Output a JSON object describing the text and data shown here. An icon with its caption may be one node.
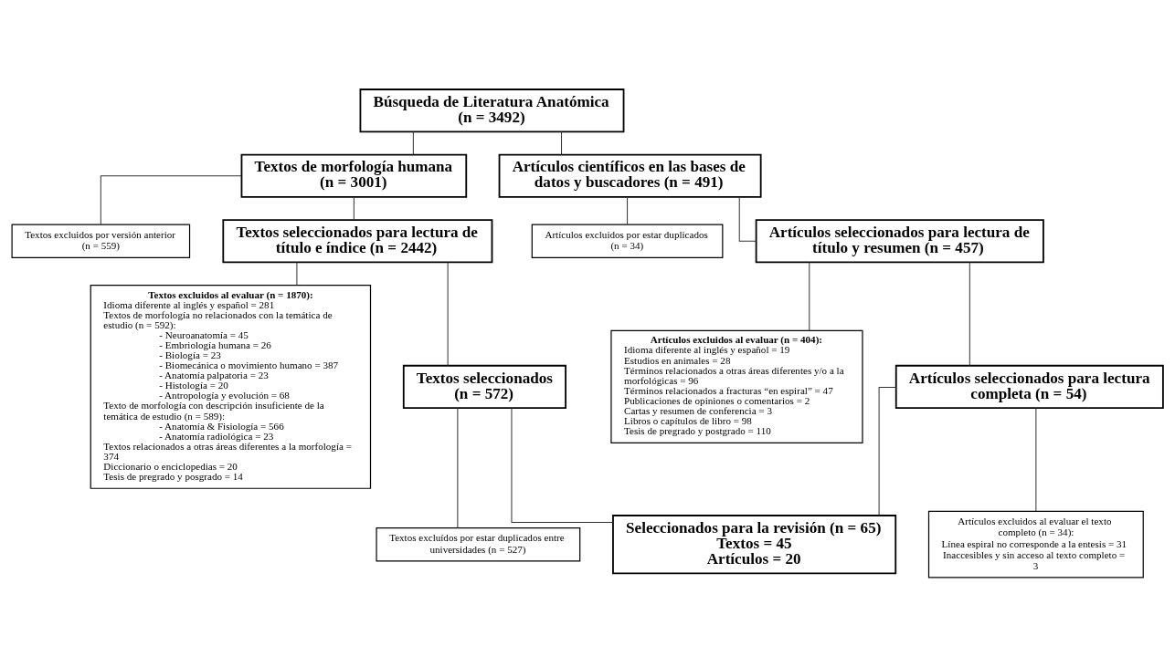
{
  "diagram": {
    "nodes": [
      {
        "text": [
          "Búsqueda de Literatura Anatómica",
          "(n = 3492)"
        ]
      },
      {
        "text": [
          "Textos de morfología humana",
          "(n = 3001)"
        ]
      },
      {
        "text": [
          "Artículos científicos en las bases de datos y buscadores (n = 491)"
        ]
      },
      {
        "text": [
          "Textos excluidos por versión anterior",
          "(n = 559)"
        ]
      },
      {
        "text": [
          "Artículos excluidos por estar duplicados",
          "(n = 34)"
        ]
      },
      {
        "text": [
          "Textos seleccionados para lectura de título e índice (n = 2442)"
        ]
      },
      {
        "text": [
          "Artículos seleccionados para lectura de título y resumen (n = 457)"
        ]
      },
      {
        "text": [
          "Textos excluidos al evaluar (n = 1870):",
          "Idioma diferente al inglés y español = 281",
          "Textos de morfología no relacionados con la temática de estudio (n = 592):",
          "- Neuroanatomía = 45",
          "- Embriología humana = 26",
          "- Biología = 23",
          "- Biomecánica o movimiento humano = 387",
          "- Anatomía palpatoria = 23",
          "- Histología = 20",
          "- Antropología y evolución = 68",
          "Texto de morfología con descripción insuficiente de la temática de estudio (n = 589):",
          "- Anatomía & Fisiología = 566",
          "- Anatomía radiológica = 23",
          "Textos relacionados a otras áreas diferentes a la morfología = 374",
          "Diccionario o enciclopedias = 20",
          "Tesis de pregrado y posgrado = 14"
        ]
      },
      {
        "text": [
          "Artículos excluidos al evaluar (n = 404):",
          "Idioma diferente al inglés y español = 19",
          "Estudios en animales = 28",
          "Términos relacionados a otras áreas diferentes y/o a la morfológicas = 96",
          "Términos relacionados a fracturas “en espiral” = 47",
          "Publicaciones de opiniones o comentarios = 2",
          "Cartas y resumen de conferencia = 3",
          "Libros o capítulos de libro = 98",
          "Tesis de pregrado y postgrado = 110"
        ]
      },
      {
        "text": [
          "Textos seleccionados",
          "(n = 572)"
        ]
      },
      {
        "text": [
          "Artículos seleccionados para lectura completa (n = 54)"
        ]
      },
      {
        "text": [
          "Textos excluídos por estar duplicados entre universidades (n = 527)"
        ]
      },
      {
        "text": [
          "Artículos excluidos al evaluar el texto completo (n = 34):",
          "Línea espiral no corresponde a la entesis = 31",
          "Inaccesibles y sin acceso al texto completo = 3"
        ]
      },
      {
        "text": [
          "Seleccionados para la revisión (n = 65)",
          "Textos = 45",
          "Artículos = 20"
        ]
      }
    ],
    "edges": [
      {
        "from": 0,
        "to": 1,
        "arrow": "none"
      },
      {
        "from": 0,
        "to": 2,
        "arrow": "none"
      },
      {
        "from": 1,
        "to": 3,
        "arrow": "none"
      },
      {
        "from": 1,
        "to": 5,
        "arrow": "none"
      },
      {
        "from": 2,
        "to": 4,
        "arrow": "none"
      },
      {
        "from": 2,
        "to": 6,
        "arrow": "none"
      },
      {
        "from": 5,
        "to": 7,
        "arrow": "none"
      },
      {
        "from": 5,
        "to": 9,
        "arrow": "none"
      },
      {
        "from": 6,
        "to": 8,
        "arrow": "none"
      },
      {
        "from": 6,
        "to": 10,
        "arrow": "none"
      },
      {
        "from": 9,
        "to": 11,
        "arrow": "none"
      },
      {
        "from": 9,
        "to": 13,
        "arrow": "none"
      },
      {
        "from": 10,
        "to": 12,
        "arrow": "none"
      },
      {
        "from": 10,
        "to": 13,
        "arrow": "none"
      }
    ]
  }
}
